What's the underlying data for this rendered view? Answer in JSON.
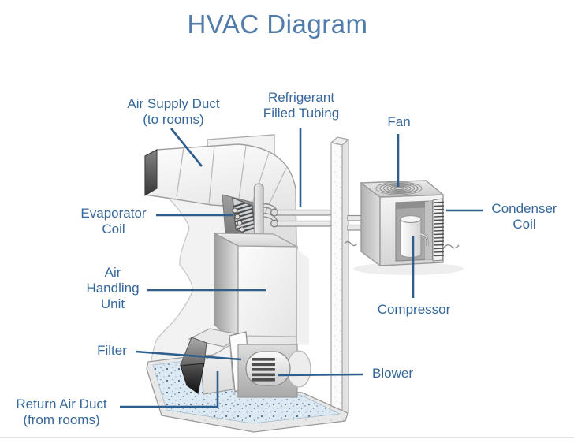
{
  "title": "HVAC Diagram",
  "colors": {
    "title": "#527ca9",
    "label": "#36689c",
    "leader": "#2d5e8d"
  },
  "labels": {
    "air_supply_duct": {
      "lines": [
        "Air Supply Duct",
        "(to rooms)"
      ]
    },
    "refrigerant_tubing": {
      "lines": [
        "Refrigerant",
        "Filled Tubing"
      ]
    },
    "fan": {
      "lines": [
        "Fan"
      ]
    },
    "condenser_coil": {
      "lines": [
        "Condenser",
        "Coil"
      ]
    },
    "compressor": {
      "lines": [
        "Compressor"
      ]
    },
    "evaporator_coil": {
      "lines": [
        "Evaporator",
        "Coil"
      ]
    },
    "air_handling_unit": {
      "lines": [
        "Air",
        "Handling",
        "Unit"
      ]
    },
    "filter": {
      "lines": [
        "Filter"
      ]
    },
    "return_air_duct": {
      "lines": [
        "Return Air Duct",
        "(from rooms)"
      ]
    },
    "blower": {
      "lines": [
        "Blower"
      ]
    }
  }
}
